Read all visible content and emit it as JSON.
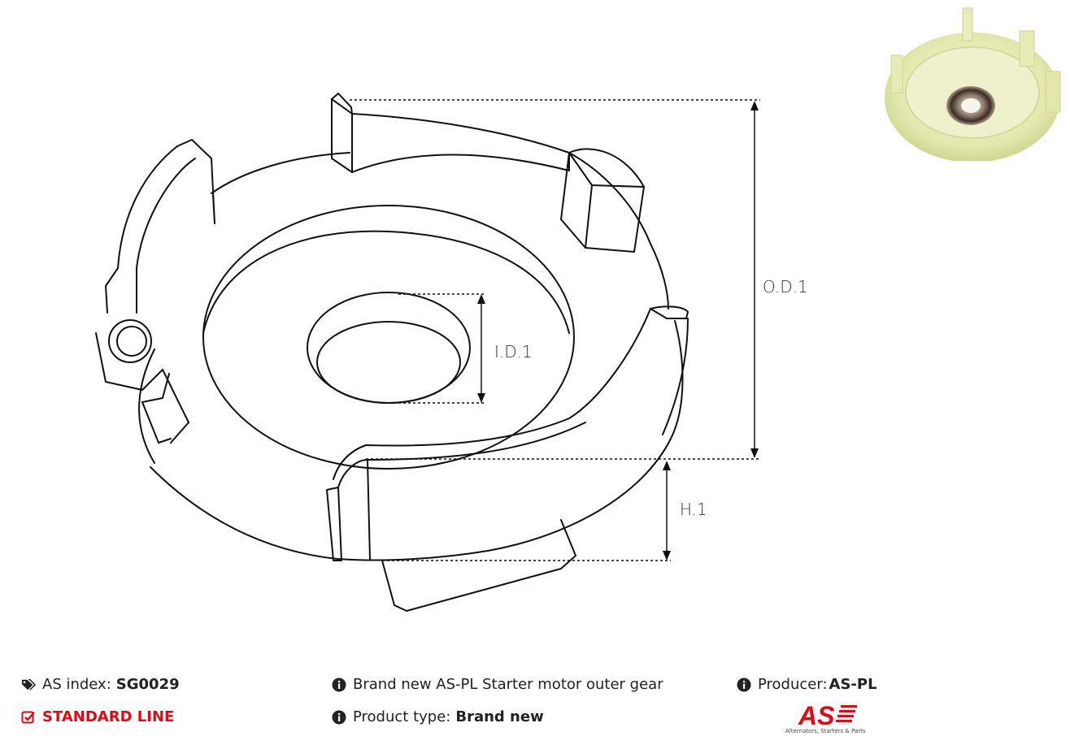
{
  "dimensions": {
    "od": "O.D.1",
    "id": "I.D.1",
    "h": "H.1"
  },
  "info": {
    "index_label": "AS index:",
    "index_value": "SG0029",
    "line_label": "STANDARD LINE",
    "description": "Brand new AS-PL Starter motor outer gear",
    "type_label": "Product type:",
    "type_value": "Brand new",
    "producer_label": "Producer:",
    "producer_value": "AS-PL"
  },
  "logo": {
    "text": "AS",
    "tagline": "Alternators, Starters & Parts"
  },
  "colors": {
    "accent_red": "#e30613",
    "line": "#111111",
    "photo_plastic": "#e8ecb8"
  },
  "icons": {
    "tags": "tags-icon",
    "check": "check-square-icon",
    "info": "info-circle-icon"
  }
}
